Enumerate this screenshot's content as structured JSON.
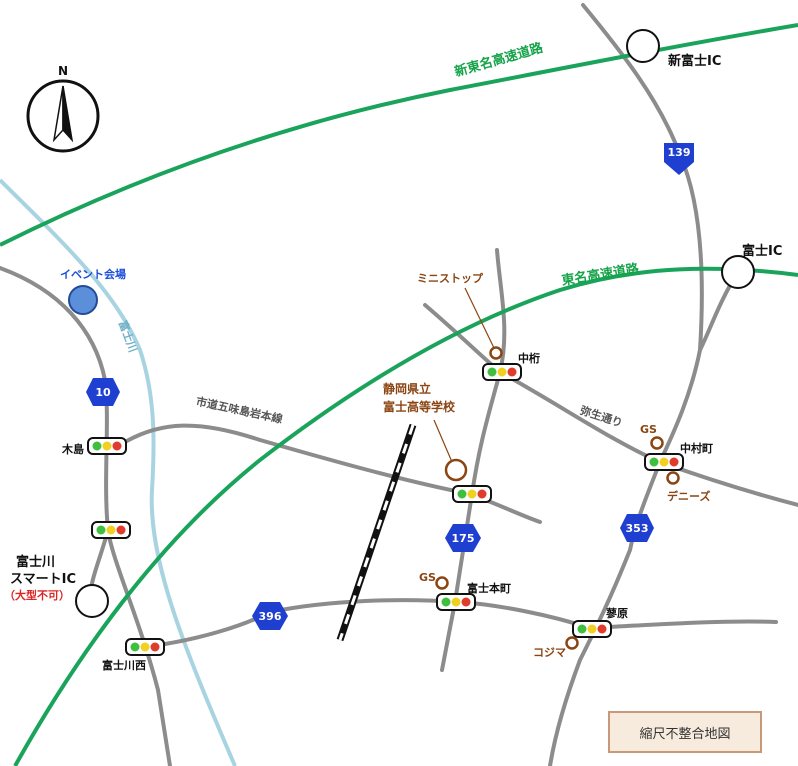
{
  "north": {
    "label": "N",
    "icon": "north-arrow-icon"
  },
  "expressways": {
    "shin_tomei": "新東名高速道路",
    "tomei": "東名高速道路"
  },
  "interchanges": {
    "shin_fuji": "新富士IC",
    "fuji": "富士IC",
    "fujikawa_line1": "富士川",
    "fujikawa_line2": "スマートIC",
    "fujikawa_note": "（大型不可）"
  },
  "venue": {
    "label": "イベント会場",
    "color": "#5b8fd9"
  },
  "river": {
    "label": "富士川",
    "color": "#a8d4e2"
  },
  "roads": {
    "municipal": "市道五味島岩本線",
    "yayoi": "弥生通り"
  },
  "routes": [
    "139",
    "10",
    "175",
    "353",
    "396"
  ],
  "intersections": {
    "kijima": "木島",
    "nakaketa": "中桁",
    "nakamuracho": "中村町",
    "fujihoncho": "富士本町",
    "kamohara": "蓼原",
    "fujikawanishi": "富士川西"
  },
  "landmarks": {
    "ministop": "ミニストップ",
    "school_line1": "静岡県立",
    "school_line2": "富士高等学校",
    "gs": "GS",
    "dennys": "デニーズ",
    "kojima": "コジマ"
  },
  "legend": "縮尺不整合地図",
  "colors": {
    "expressway": "#1aa35a",
    "road": "#8c8c8c",
    "shield": "#1f3fd1",
    "brown": "#8b4513"
  }
}
